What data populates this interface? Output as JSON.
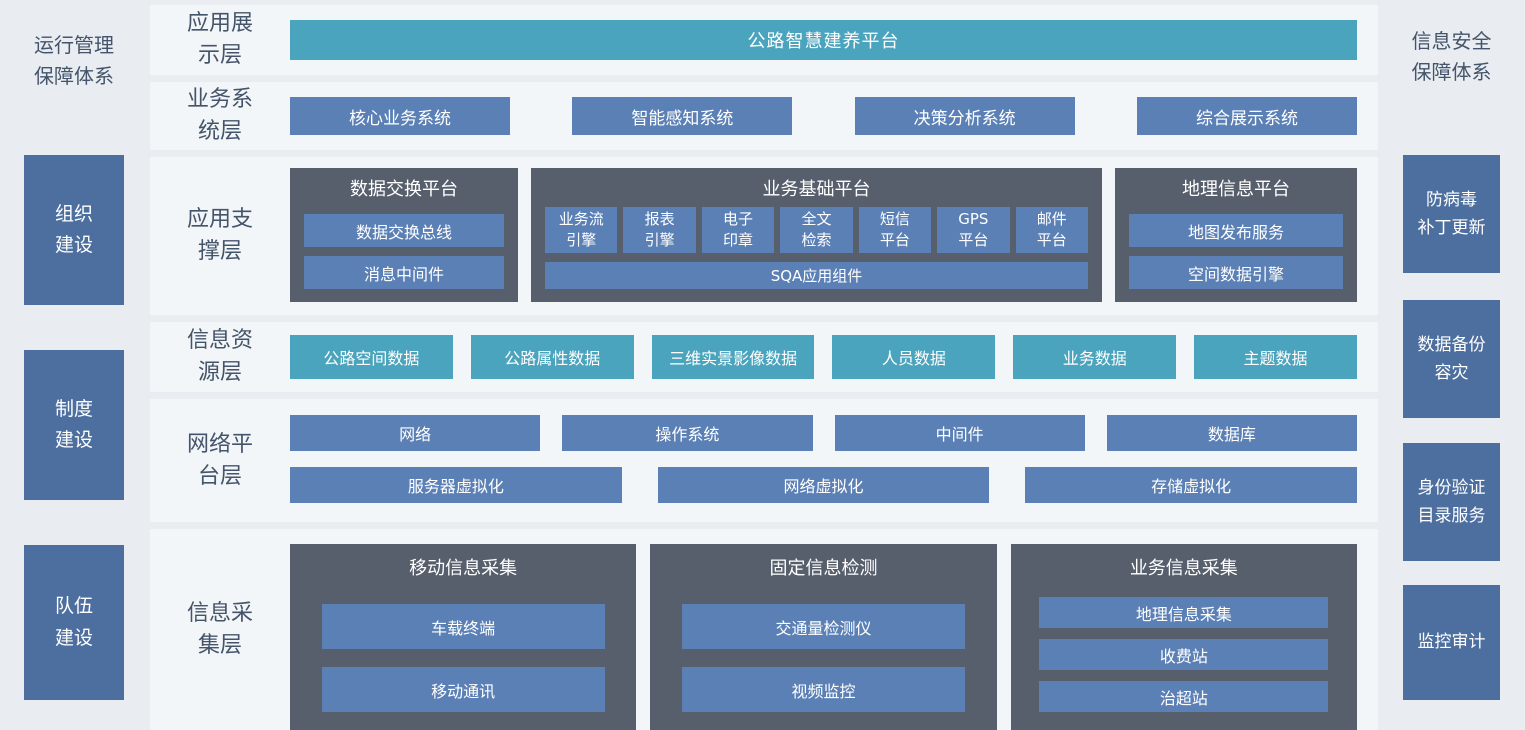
{
  "colors": {
    "page_bg": "#e9edf2",
    "row_bg": "#f3f6f8",
    "teal": "#4ba4bd",
    "blue": "#5b80b6",
    "dark_panel": "#575f6d",
    "sidebar_blue": "#4d6f9f",
    "text_dark": "#44546a",
    "text_light": "#ffffff"
  },
  "left_panel": {
    "title": "运行管理\n保障体系",
    "items": [
      "组织\n建设",
      "制度\n建设",
      "队伍\n建设"
    ]
  },
  "right_panel": {
    "title": "信息安全\n保障体系",
    "items": [
      "防病毒\n补丁更新",
      "数据备份\n容灾",
      "身份验证\n目录服务",
      "监控审计"
    ]
  },
  "layers": {
    "display": {
      "label": "应用展\n示层",
      "banner": "公路智慧建养平台"
    },
    "business": {
      "label": "业务系\n统层",
      "boxes": [
        "核心业务系统",
        "智能感知系统",
        "决策分析系统",
        "综合展示系统"
      ]
    },
    "support": {
      "label": "应用支\n撑层",
      "groups": [
        {
          "title": "数据交换平台",
          "items": [
            "数据交换总线",
            "消息中间件"
          ]
        },
        {
          "title": "业务基础平台",
          "small_items": [
            "业务流\n引擎",
            "报表\n引擎",
            "电子\n印章",
            "全文\n检索",
            "短信\n平台",
            "GPS\n平台",
            "邮件\n平台"
          ],
          "wide_item": "SQA应用组件"
        },
        {
          "title": "地理信息平台",
          "items": [
            "地图发布服务",
            "空间数据引擎"
          ]
        }
      ]
    },
    "resource": {
      "label": "信息资\n源层",
      "boxes": [
        "公路空间数据",
        "公路属性数据",
        "三维实景影像数据",
        "人员数据",
        "业务数据",
        "主题数据"
      ]
    },
    "network": {
      "label": "网络平\n台层",
      "row1": [
        "网络",
        "操作系统",
        "中间件",
        "数据库"
      ],
      "row2": [
        "服务器虚拟化",
        "网络虚拟化",
        "存储虚拟化"
      ]
    },
    "collection": {
      "label": "信息采\n集层",
      "groups": [
        {
          "title": "移动信息采集",
          "items": [
            "车载终端",
            "移动通讯"
          ]
        },
        {
          "title": "固定信息检测",
          "items": [
            "交通量检测仪",
            "视频监控"
          ]
        },
        {
          "title": "业务信息采集",
          "items": [
            "地理信息采集",
            "收费站",
            "治超站"
          ]
        }
      ]
    }
  }
}
